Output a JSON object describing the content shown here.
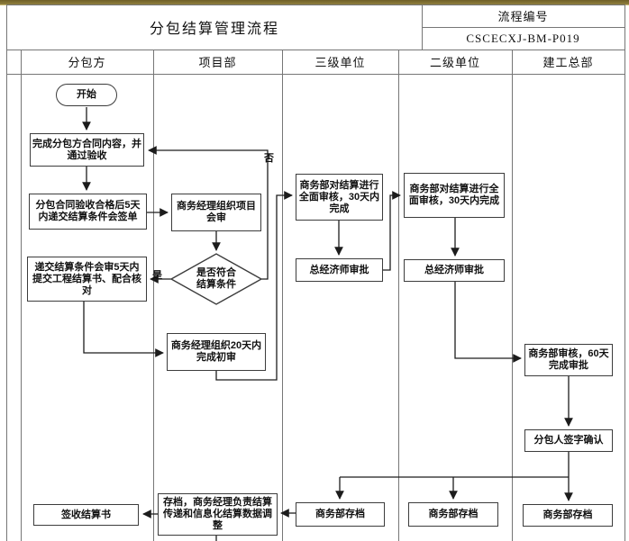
{
  "header": {
    "title": "分包结算管理流程",
    "code_label": "流程编号",
    "code_value": "CSCECXJ-BM-P019"
  },
  "lanes": {
    "subcontractor": "分包方",
    "project_dept": "项目部",
    "third_level_unit": "三级单位",
    "second_level_unit": "二级单位",
    "hq": "建工总部"
  },
  "nodes": {
    "start": "开始",
    "complete_contract": "完成分包方合同内容，并通过验收",
    "submit_countersign": "分包合同验收合格后5天内递交结算条件会签单",
    "submit_settlement_book": "递交结算条件会审5天内提交工程结算书、配合核对",
    "sign_receive": "签收结算书",
    "project_review": "商务经理组织项目会审",
    "decision": "是否符合结算条件",
    "initial_review": "商务经理组织20天内完成初审",
    "archive_transfer": "存档，商务经理负责结算传递和信息化结算数据调整",
    "l3_review": "商务部对结算进行全面审核，30天内完成",
    "l3_approve": "总经济师审批",
    "l3_archive": "商务部存档",
    "l2_review": "商务部对结算进行全面审核，30天内完成",
    "l2_approve": "总经济师审批",
    "l2_archive": "商务部存档",
    "hq_review": "商务部审核，60天完成审批",
    "hq_sign": "分包人签字确认",
    "hq_archive": "商务部存档"
  },
  "labels": {
    "yes": "是",
    "no": "否"
  }
}
